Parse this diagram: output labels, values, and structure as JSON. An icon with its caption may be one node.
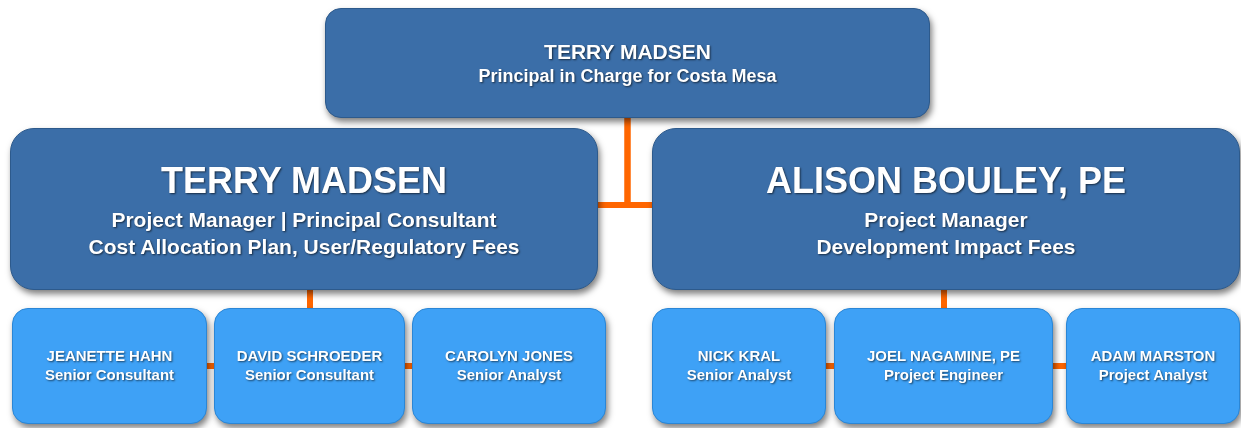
{
  "diagram": {
    "nodes": [
      {
        "text": [
          "TERRY MADSEN",
          "Principal in Charge for Costa Mesa"
        ]
      },
      {
        "text": [
          "TERRY MADSEN",
          "Project Manager | Principal Consultant",
          "Cost Allocation Plan, User/Regulatory Fees"
        ]
      },
      {
        "text": [
          "ALISON BOULEY, PE",
          "Project Manager",
          "Development Impact Fees"
        ]
      },
      {
        "text": [
          "JEANETTE HAHN",
          "Senior Consultant"
        ]
      },
      {
        "text": [
          "DAVID SCHROEDER",
          "Senior Consultant"
        ]
      },
      {
        "text": [
          "CAROLYN JONES",
          "Senior Analyst"
        ]
      },
      {
        "text": [
          "NICK KRAL",
          "Senior Analyst"
        ]
      },
      {
        "text": [
          "JOEL NAGAMINE, PE",
          "Project Engineer"
        ]
      },
      {
        "text": [
          "ADAM MARSTON",
          "Project Analyst"
        ]
      }
    ],
    "edges": [
      {
        "from": 0,
        "to": 1,
        "arrow": "none"
      },
      {
        "from": 0,
        "to": 2,
        "arrow": "none"
      },
      {
        "from": 1,
        "to": 4,
        "arrow": "none"
      },
      {
        "from": 3,
        "to": 4,
        "arrow": "none"
      },
      {
        "from": 4,
        "to": 5,
        "arrow": "none"
      },
      {
        "from": 2,
        "to": 7,
        "arrow": "none"
      },
      {
        "from": 6,
        "to": 7,
        "arrow": "none"
      },
      {
        "from": 7,
        "to": 8,
        "arrow": "none"
      }
    ]
  }
}
